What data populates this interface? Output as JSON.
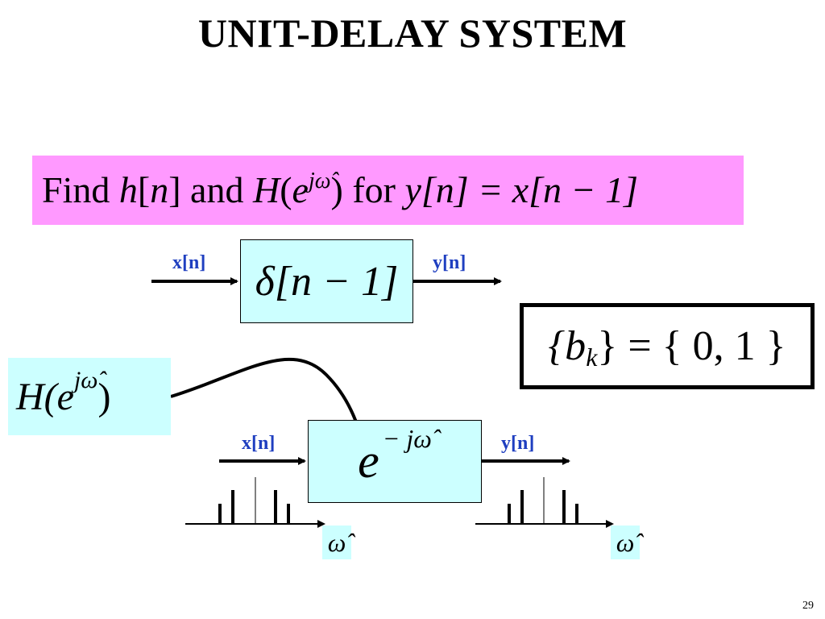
{
  "title": "UNIT-DELAY SYSTEM",
  "problem": {
    "find": "Find",
    "h": "h",
    "n": "n",
    "and": "and",
    "H": "H",
    "e": "e",
    "jw": "jω̂",
    "for": "for",
    "eq": "y[n] = x[n − 1]"
  },
  "system1": {
    "input_label": "x[n]",
    "output_label": "y[n]",
    "block_text": "δ[n − 1]"
  },
  "coefficients": {
    "lhs": "{b",
    "sub": "k",
    "rhs": "} = { 0,  1 }"
  },
  "freq_response": {
    "H": "H(e",
    "exp": "jω̂",
    "close": ")"
  },
  "system2": {
    "input_label": "x[n]",
    "output_label": "y[n]",
    "block_base": "e",
    "block_exp": "− jω̂"
  },
  "omega_label_left": "ω̂",
  "omega_label_right": "ω̂",
  "colors": {
    "problem_bg": "#ff99ff",
    "block_bg": "#ccffff",
    "signal_label": "#1f3fc0"
  },
  "page_number": "29"
}
